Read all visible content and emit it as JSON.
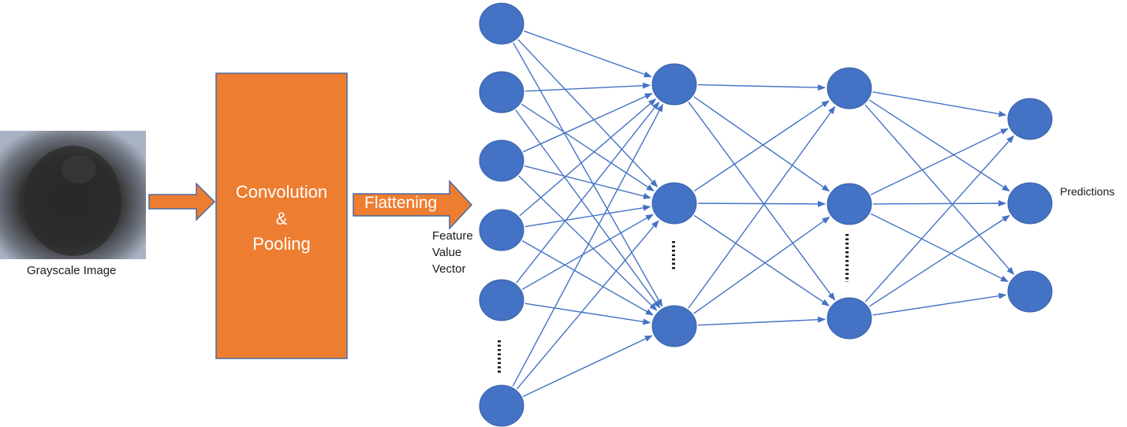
{
  "labels": {
    "grayscale_image": "Grayscale Image",
    "convolution": "Convolution",
    "ampersand": "&",
    "pooling": "Pooling",
    "flattening": "Flattening",
    "feature_value_vector": "Feature Value Vector",
    "predictions": "Predictions"
  },
  "colors": {
    "node_fill": "#4472C4",
    "node_stroke": "#3a62a8",
    "edge": "#4472C4",
    "block": "#ED7D31",
    "block_border": "#4a6aa0",
    "image_dark": "#2b2b2b",
    "image_light": "#9aa4b4"
  },
  "network": {
    "layers": [
      {
        "name": "input",
        "visible_nodes": 6,
        "ellipsis_after_node": 5
      },
      {
        "name": "hidden-1",
        "visible_nodes": 3,
        "ellipsis_after_node": 2
      },
      {
        "name": "hidden-2",
        "visible_nodes": 3,
        "ellipsis_after_node": 2
      },
      {
        "name": "output",
        "visible_nodes": 3
      }
    ],
    "connectivity": "fully-connected"
  }
}
